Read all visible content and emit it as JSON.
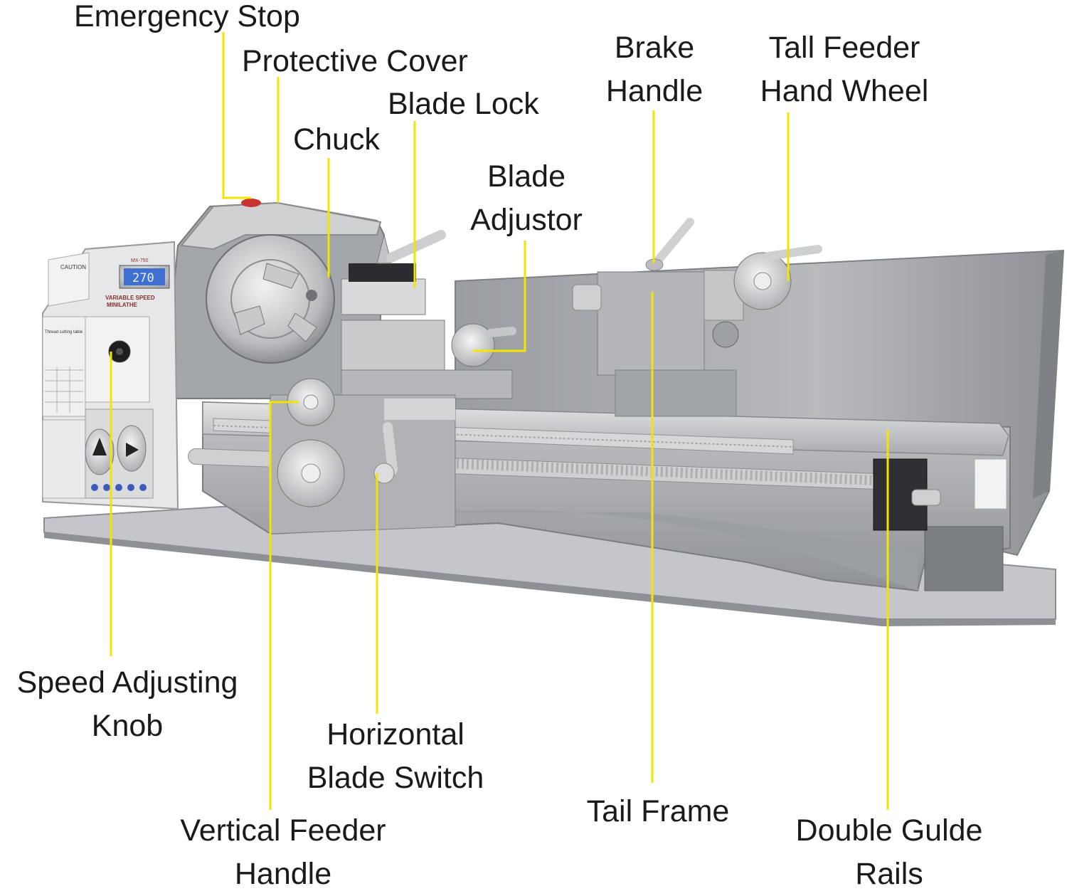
{
  "callouts": [
    {
      "id": "emergency-stop",
      "lines": [
        "Emergency Stop"
      ]
    },
    {
      "id": "protective-cover",
      "lines": [
        "Protective Cover"
      ]
    },
    {
      "id": "blade-lock",
      "lines": [
        "Blade Lock"
      ]
    },
    {
      "id": "chuck",
      "lines": [
        "Chuck"
      ]
    },
    {
      "id": "blade-adjustor",
      "lines": [
        "Blade",
        "Adjustor"
      ]
    },
    {
      "id": "brake-handle",
      "lines": [
        "Brake",
        "Handle"
      ]
    },
    {
      "id": "tall-feeder-hand-wheel",
      "lines": [
        "Tall Feeder",
        "Hand Wheel"
      ]
    },
    {
      "id": "speed-adjusting-knob",
      "lines": [
        "Speed Adjusting",
        "Knob"
      ]
    },
    {
      "id": "horizontal-blade-switch",
      "lines": [
        "Horizontal",
        "Blade Switch"
      ]
    },
    {
      "id": "vertical-feeder-handle",
      "lines": [
        "Vertical Feeder",
        "Handle"
      ]
    },
    {
      "id": "tail-frame",
      "lines": [
        "Tail Frame"
      ]
    },
    {
      "id": "double-gulde-rails",
      "lines": [
        "Double Gulde",
        "Rails"
      ]
    }
  ],
  "machine": {
    "nameplate": "MX-750",
    "display_readout": "270",
    "panel_heading": "VARIABLE SPEED",
    "panel_subheading": "MINILATHE",
    "caution_text": "CAUTION",
    "threading_table_title": "Thread cutting table"
  },
  "colors": {
    "leader_line": "#f2e600",
    "machine_body": "#a7a9ac",
    "machine_dark": "#6d7074",
    "chrome": "#d9dadc",
    "display": "#3f6fd0",
    "label_text": "#1a1a1a"
  }
}
